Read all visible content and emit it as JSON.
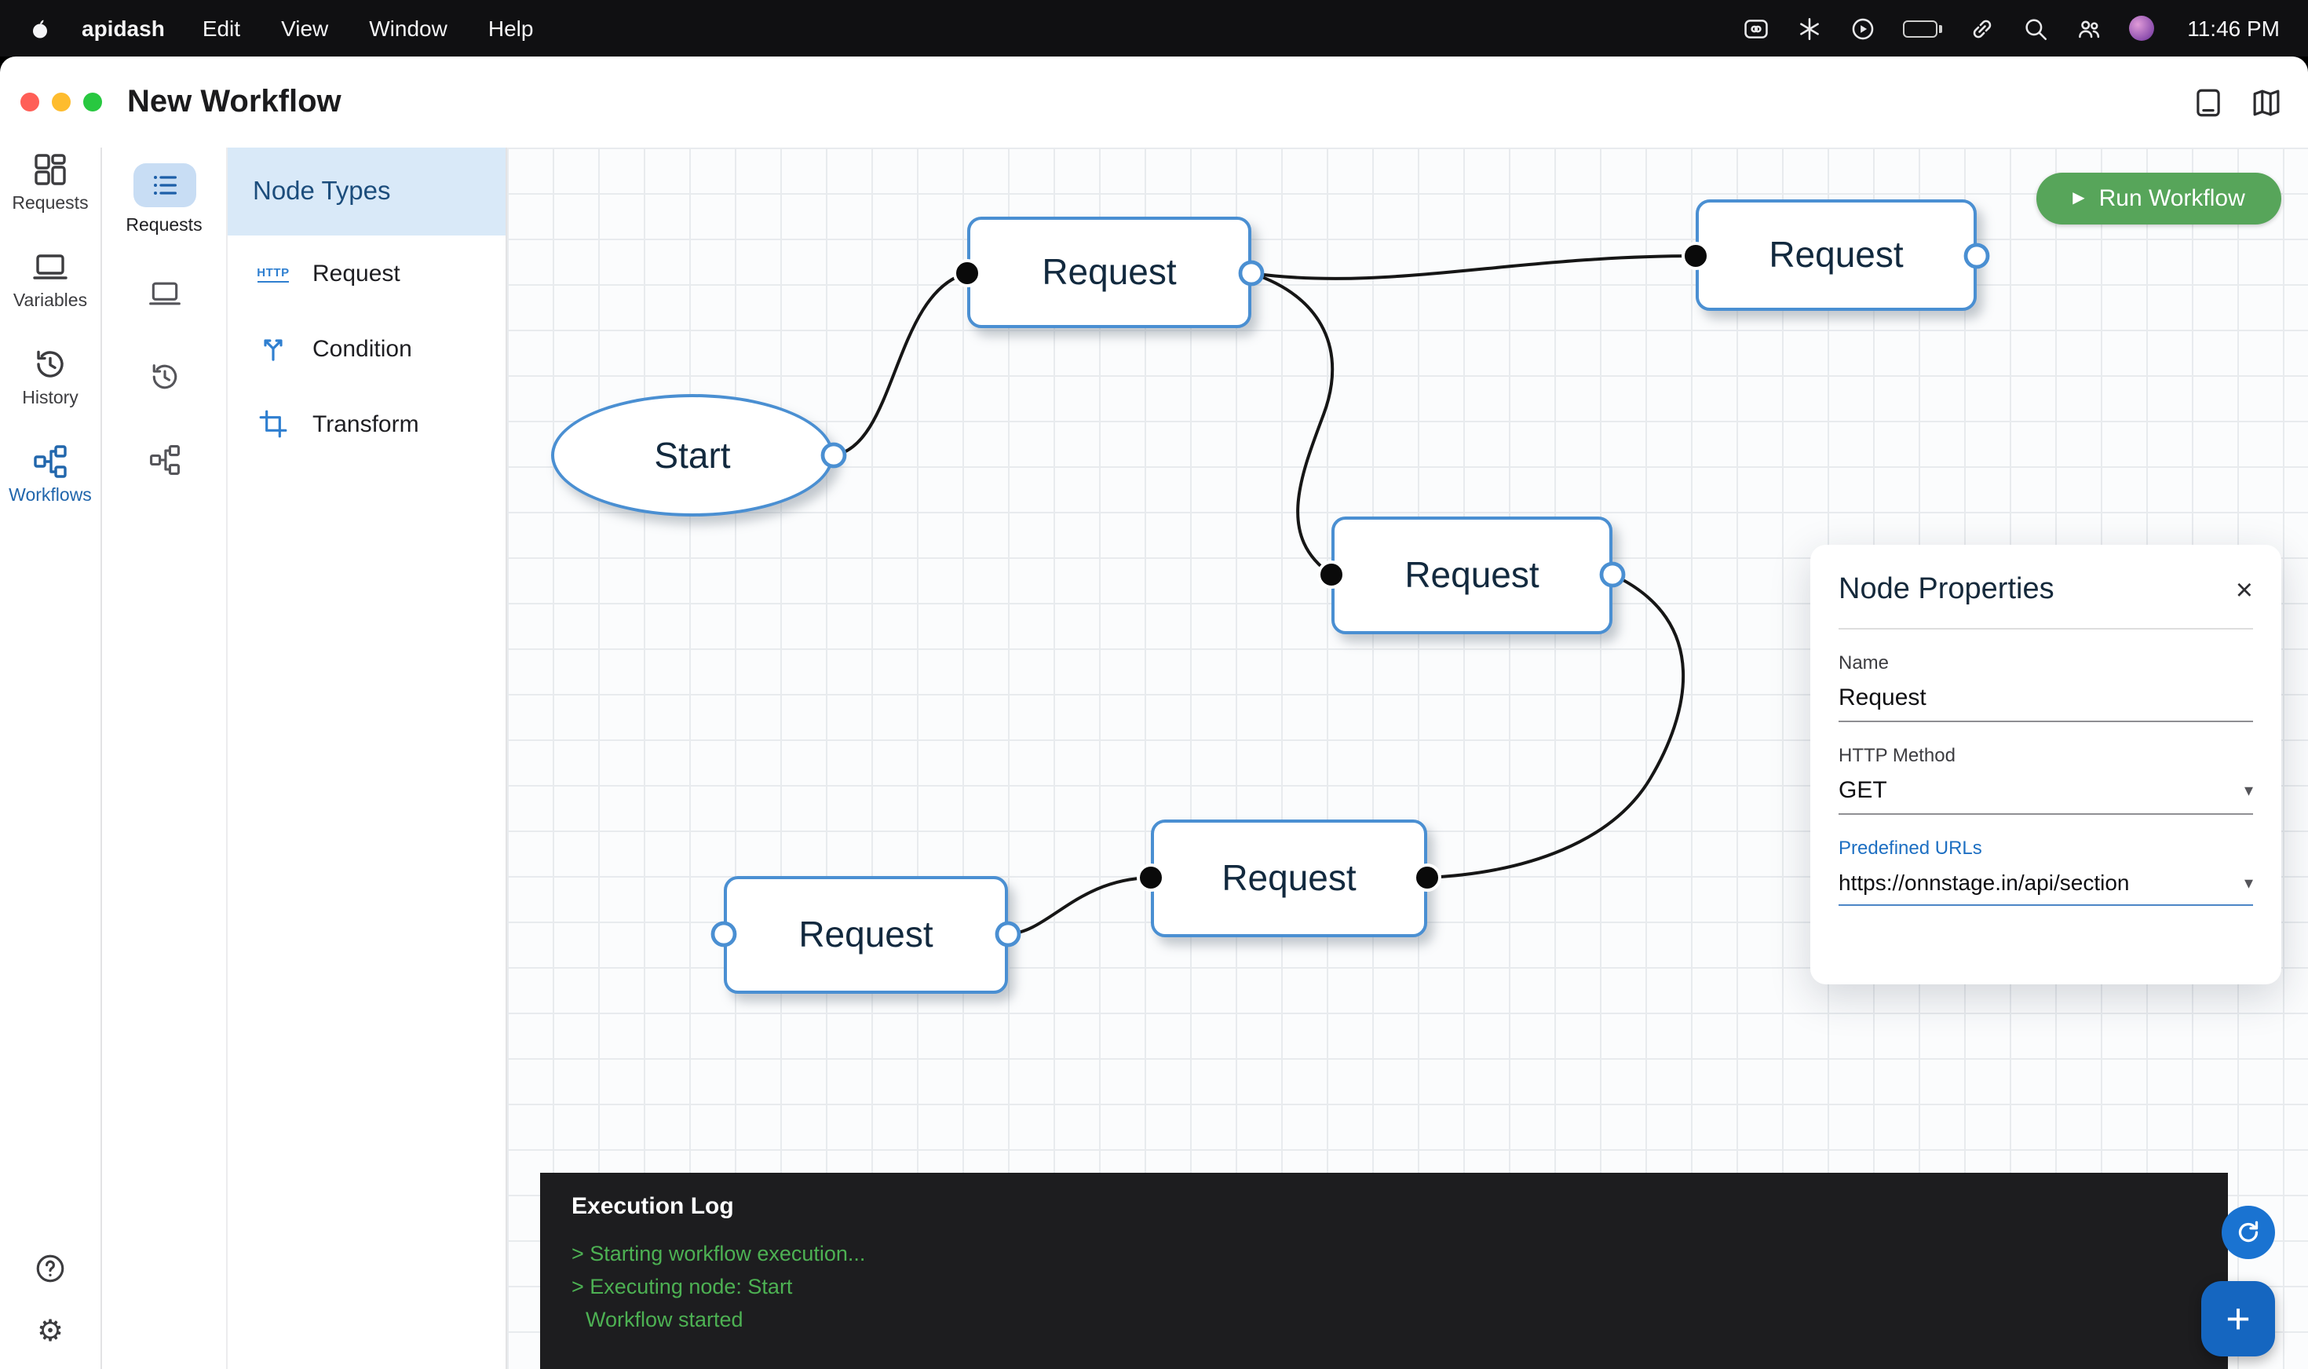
{
  "menu_bar": {
    "app_name": "apidash",
    "menus": [
      "Edit",
      "View",
      "Window",
      "Help"
    ],
    "clock": "11:46 PM"
  },
  "window": {
    "title": "New Workflow"
  },
  "sidebar": {
    "items": [
      {
        "label": "Requests",
        "icon": "grid-icon"
      },
      {
        "label": "Variables",
        "icon": "laptop-icon"
      },
      {
        "label": "History",
        "icon": "history-icon"
      },
      {
        "label": "Workflows",
        "icon": "workflow-icon"
      }
    ]
  },
  "rail": {
    "active_label": "Requests"
  },
  "node_types": {
    "title": "Node Types",
    "items": [
      {
        "label": "Request",
        "icon": "http-icon",
        "icon_text": "HTTP"
      },
      {
        "label": "Condition",
        "icon": "split-icon"
      },
      {
        "label": "Transform",
        "icon": "crop-icon"
      }
    ]
  },
  "canvas": {
    "run_button_label": "Run Workflow",
    "nodes": {
      "start": {
        "label": "Start"
      },
      "req_top_left": {
        "label": "Request"
      },
      "req_top_right": {
        "label": "Request"
      },
      "req_middle": {
        "label": "Request"
      },
      "req_bottom_mid": {
        "label": "Request"
      },
      "req_bottom_left": {
        "label": "Request"
      }
    }
  },
  "properties": {
    "title": "Node Properties",
    "close_glyph": "×",
    "name_label": "Name",
    "name_value": "Request",
    "method_label": "HTTP Method",
    "method_value": "GET",
    "urls_label": "Predefined URLs",
    "urls_value": "https://onnstage.in/api/section"
  },
  "execution_log": {
    "title": "Execution Log",
    "lines": [
      "> Starting workflow execution...",
      "> Executing node: Start",
      "Workflow started"
    ]
  },
  "icons": {
    "gear-icon": "⚙",
    "play-glyph": "▶",
    "caret-glyph": "▾",
    "plus-glyph": "+"
  },
  "colors": {
    "node_border_blue": "#4a8fd2",
    "run_green": "#57a55a",
    "log_green": "#4db153",
    "panel_header_blue": "#d9e9f8",
    "active_pill_blue": "#c8ddf4",
    "button_blue": "#1566c0"
  }
}
